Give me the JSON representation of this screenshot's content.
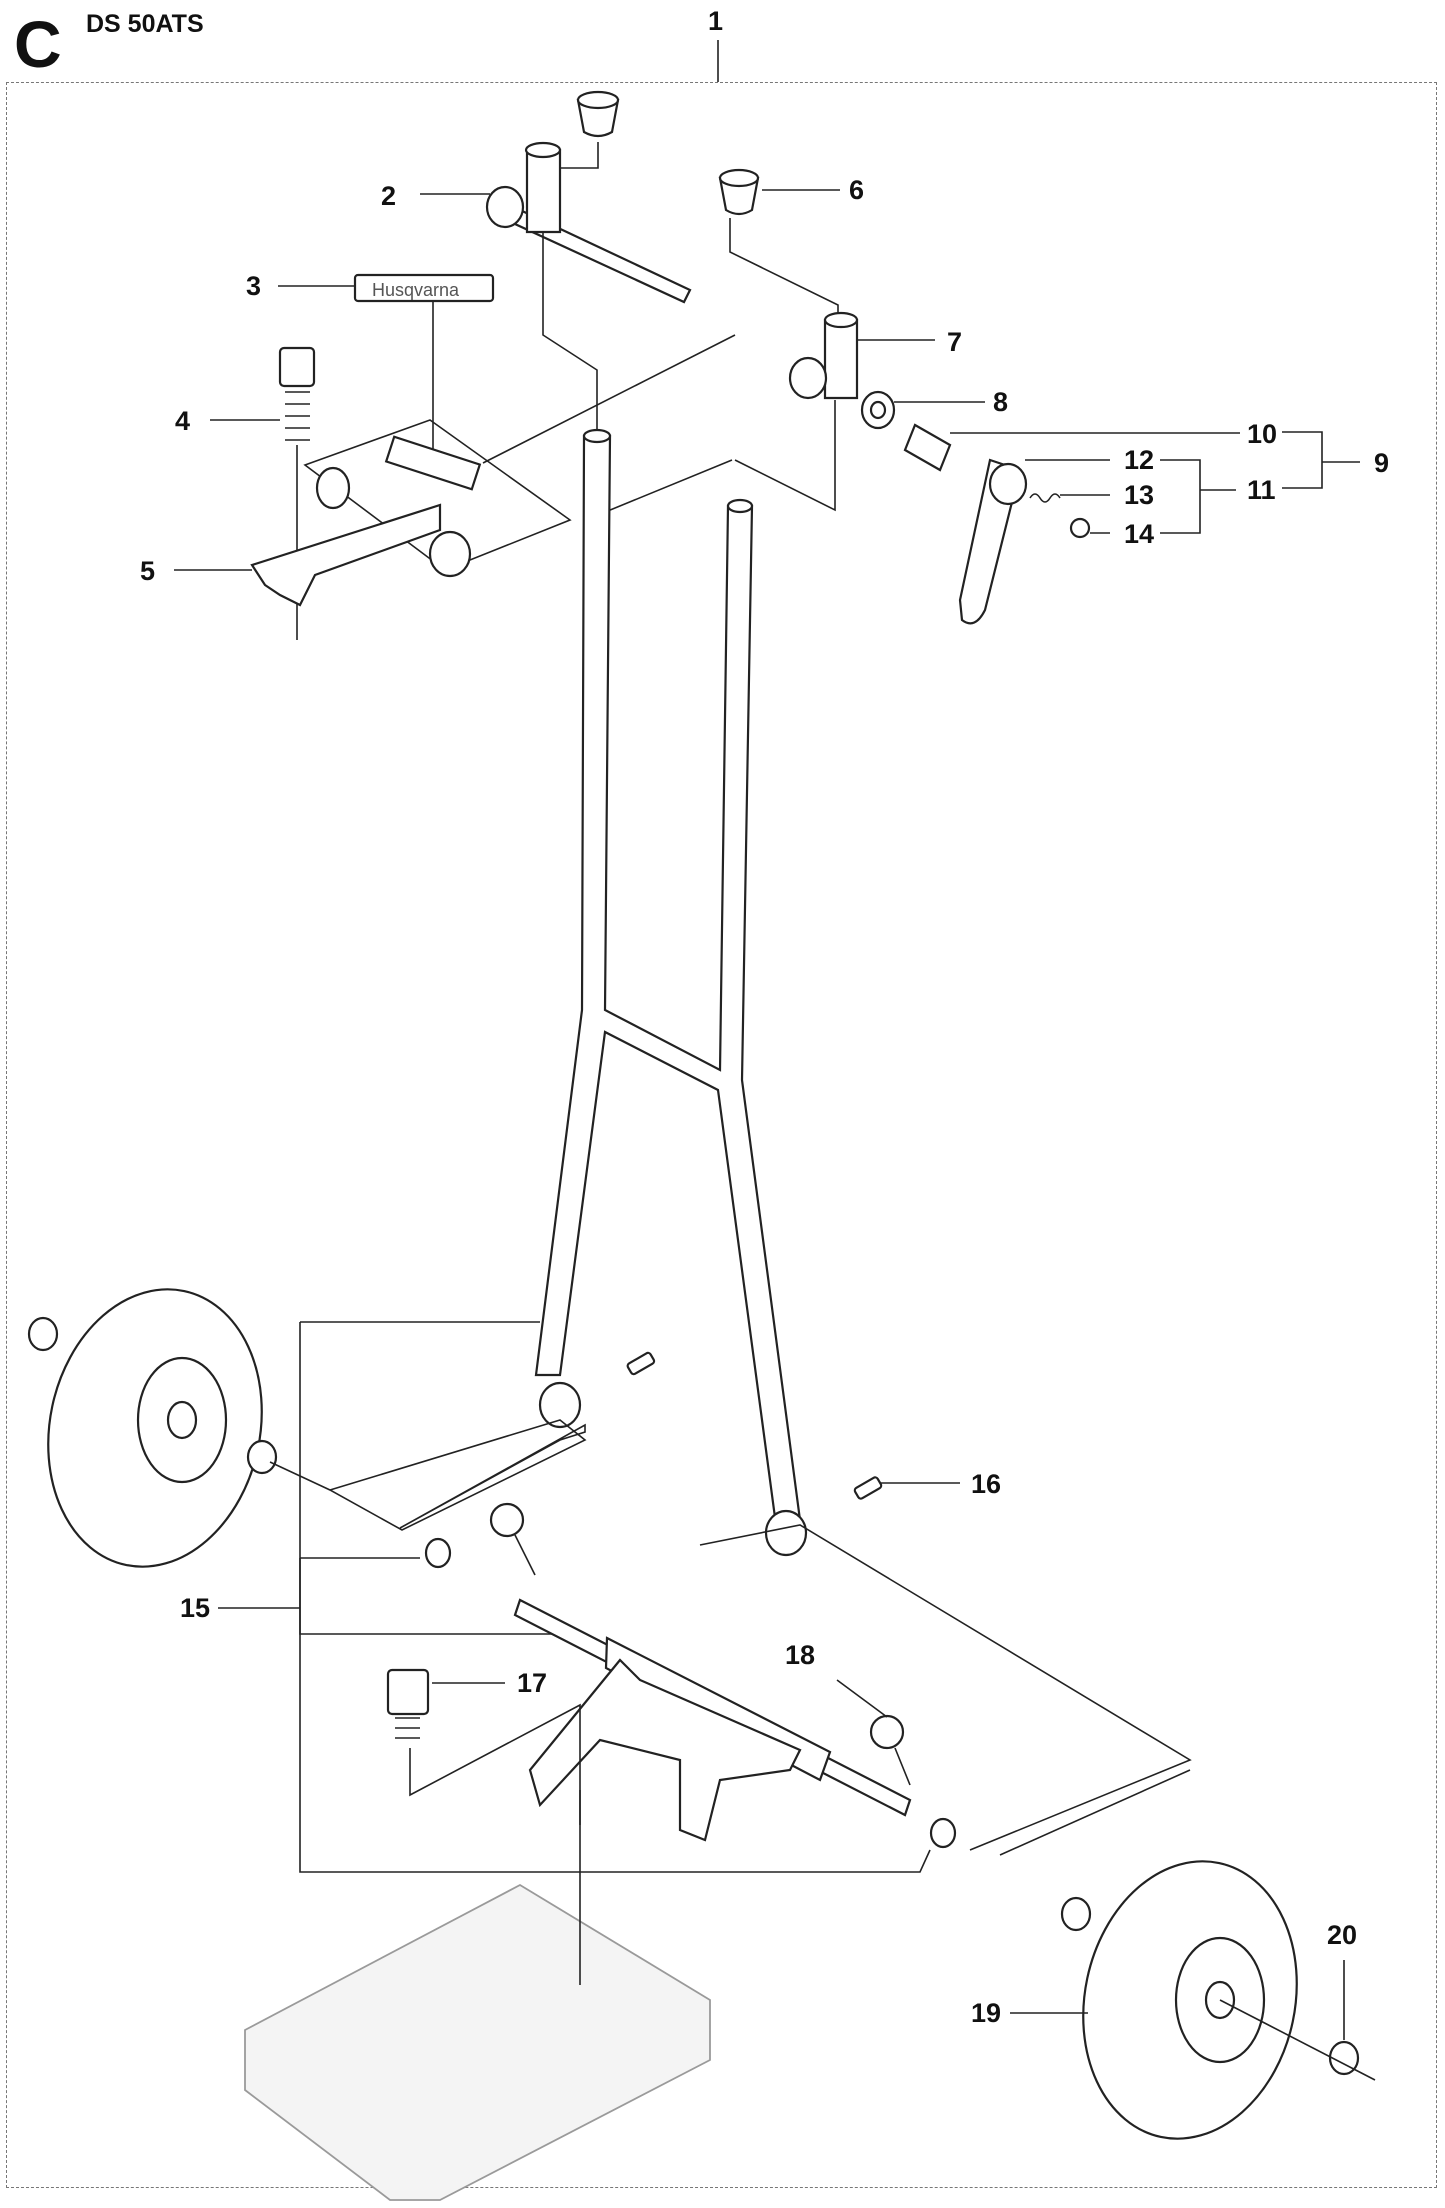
{
  "header": {
    "section_letter": "C",
    "model": "DS 50ATS"
  },
  "logo_label": {
    "text": "Husqvarna"
  },
  "callouts": {
    "c1": "1",
    "c2": "2",
    "c3": "3",
    "c4": "4",
    "c5": "5",
    "c6": "6",
    "c7": "7",
    "c8": "8",
    "c9": "9",
    "c10": "10",
    "c11": "11",
    "c12": "12",
    "c13": "13",
    "c14": "14",
    "c15": "15",
    "c16": "16",
    "c17": "17",
    "c18": "18",
    "c19": "19",
    "c20": "20"
  }
}
